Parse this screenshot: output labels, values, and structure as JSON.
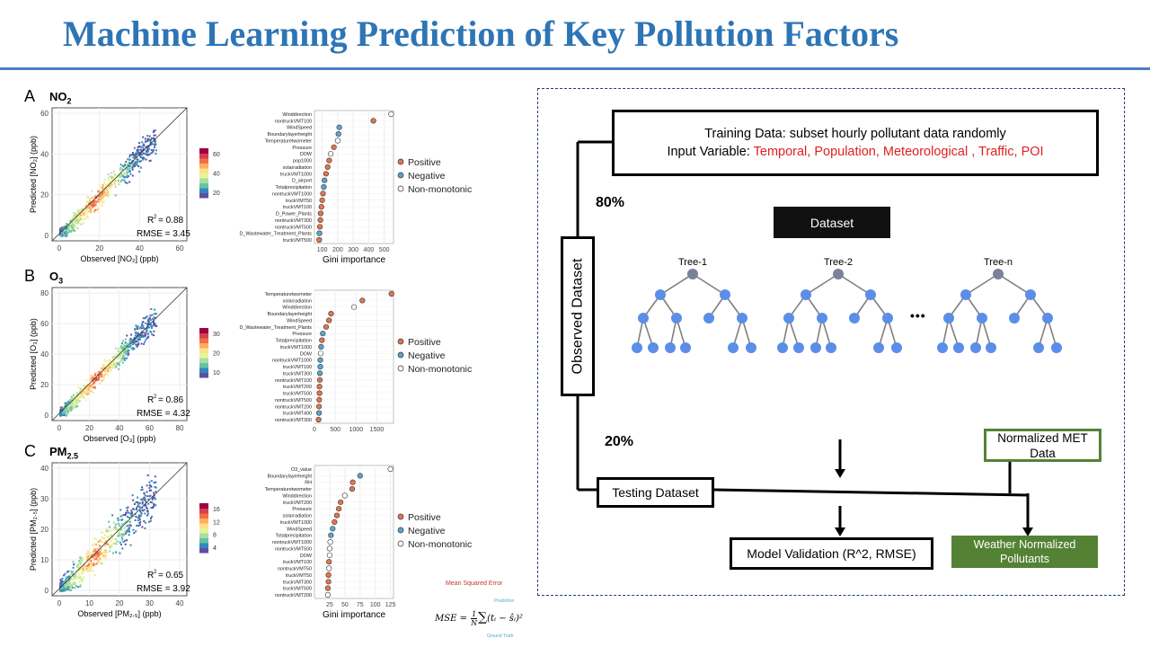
{
  "title": "Machine Learning Prediction of Key Pollution Factors",
  "colors": {
    "title": "#2e75b6",
    "positive": "#e2754d",
    "negative": "#5aa5cf",
    "nonmono": "#ffffff",
    "green": "#548235",
    "red": "#e0201e"
  },
  "legend": {
    "positive": "Positive",
    "negative": "Negative",
    "nonmono": "Non-monotonic"
  },
  "panels": [
    {
      "letter": "A",
      "pollutant": "NO",
      "sub": "2",
      "ylabel": "Predicted [NO₂] (ppb)",
      "xlabel": "Observed [NO₂] (ppb)",
      "r2": "= 0.88",
      "rmse": "RMSE = 3.45",
      "colorbar": [
        "60",
        "40",
        "20"
      ],
      "gini_label": "Gini importance"
    },
    {
      "letter": "B",
      "pollutant": "O",
      "sub": "3",
      "ylabel": "Predicted [O₃] (ppb)",
      "xlabel": "Observed [O₃] (ppb)",
      "r2": "= 0.86",
      "rmse": "RMSE = 4.32",
      "colorbar": [
        "30",
        "20",
        "10"
      ],
      "gini_label": ""
    },
    {
      "letter": "C",
      "pollutant": "PM",
      "sub": "2.5",
      "ylabel": "Predicted [PM₂.₅] (ppb)",
      "xlabel": "Observed [PM₂.₅] (ppb)",
      "r2": "= 0.65",
      "rmse": "RMSE = 3.92",
      "colorbar": [
        "16",
        "12",
        "8",
        "4"
      ],
      "gini_label": "Gini importance"
    }
  ],
  "chart_data": [
    {
      "type": "scatter",
      "panel": "A",
      "xlim": [
        0,
        60
      ],
      "ylim": [
        0,
        60
      ],
      "xticks": [
        "0",
        "20",
        "40",
        "60"
      ],
      "yticks": [
        "0",
        "20",
        "40",
        "60"
      ]
    },
    {
      "type": "bar",
      "panel": "A",
      "title": "Variable importance NO2",
      "xticks": [
        "100",
        "200",
        "300",
        "400",
        "500"
      ],
      "xlim": [
        50,
        560
      ],
      "categories": [
        "Winddirection",
        "nontruckVMT100",
        "WindSpeed",
        "Boundarylayerheight",
        "Temperaturetwometer",
        "Pressure",
        "DOW",
        "pop1000",
        "solarradiation",
        "truckVMT1000",
        "D_airport",
        "Totalprecipitation",
        "nontruckVMT1000",
        "truckVMT50",
        "truckVMT100",
        "D_Power_Plants",
        "nontruckVMT300",
        "nontruckVMT500",
        "D_Wastewater_Treatment_Plants",
        "truckVMT500"
      ],
      "values": [
        545,
        430,
        210,
        205,
        200,
        175,
        155,
        145,
        135,
        125,
        115,
        110,
        105,
        100,
        95,
        90,
        88,
        85,
        82,
        80
      ],
      "effect": [
        "n",
        "p",
        "g",
        "g",
        "n",
        "p",
        "n",
        "p",
        "p",
        "p",
        "g",
        "g",
        "p",
        "p",
        "p",
        "p",
        "p",
        "p",
        "g",
        "p"
      ]
    },
    {
      "type": "scatter",
      "panel": "B",
      "xlim": [
        0,
        80
      ],
      "ylim": [
        0,
        80
      ],
      "xticks": [
        "0",
        "20",
        "40",
        "60",
        "80"
      ],
      "yticks": [
        "0",
        "20",
        "40",
        "60",
        "80"
      ]
    },
    {
      "type": "bar",
      "panel": "B",
      "title": "Variable importance O3",
      "xticks": [
        "0",
        "500",
        "1000",
        "1500"
      ],
      "xlim": [
        0,
        1900
      ],
      "categories": [
        "Temperaturetwometer",
        "solarradiation",
        "Winddirection",
        "Boundarylayerheight",
        "WindSpeed",
        "D_Wastewater_Treatment_Plants",
        "Pressure",
        "Totalprecipitation",
        "truckVMT1000",
        "DOW",
        "nontruckVMT1000",
        "truckVMT100",
        "truckVMT300",
        "nontruckVMT100",
        "truckVMT200",
        "truckVMT500",
        "nontruckVMT500",
        "nontruckVMT200",
        "truckVMT400",
        "nontruckVMT300"
      ],
      "values": [
        1850,
        1150,
        950,
        400,
        350,
        280,
        200,
        180,
        160,
        150,
        140,
        140,
        130,
        130,
        120,
        120,
        115,
        110,
        110,
        100
      ],
      "effect": [
        "p",
        "p",
        "n",
        "p",
        "p",
        "p",
        "g",
        "p",
        "g",
        "n",
        "g",
        "g",
        "g",
        "p",
        "p",
        "p",
        "p",
        "p",
        "g",
        "p"
      ]
    },
    {
      "type": "scatter",
      "panel": "C",
      "xlim": [
        0,
        40
      ],
      "ylim": [
        0,
        40
      ],
      "xticks": [
        "0",
        "10",
        "20",
        "30",
        "40"
      ],
      "yticks": [
        "0",
        "10",
        "20",
        "30",
        "40"
      ]
    },
    {
      "type": "bar",
      "panel": "C",
      "title": "Variable importance PM2.5",
      "xticks": [
        "25",
        "50",
        "75",
        "100",
        "125"
      ],
      "xlim": [
        0,
        130
      ],
      "categories": [
        "O3_value",
        "Boundarylayerheight",
        "RH",
        "Temperaturetwometer",
        "Winddirection",
        "truckVMT200",
        "Pressure",
        "solarradiation",
        "truckVMT1000",
        "WindSpeed",
        "Totalprecipitation",
        "nontruckVMT1000",
        "nontruckVMT500",
        "DOW",
        "truckVMT100",
        "nontruckVMT50",
        "truckVMT50",
        "truckVMT300",
        "truckVMT500",
        "nontruckVMT200"
      ],
      "values": [
        125,
        75,
        63,
        62,
        50,
        43,
        40,
        37,
        33,
        30,
        27,
        26,
        25,
        25,
        24,
        24,
        23,
        23,
        22,
        22
      ],
      "effect": [
        "n",
        "g",
        "p",
        "p",
        "n",
        "p",
        "p",
        "p",
        "p",
        "g",
        "g",
        "n",
        "n",
        "n",
        "p",
        "n",
        "p",
        "p",
        "p",
        "n"
      ]
    }
  ],
  "formula": {
    "title": "Mean Squared Error",
    "prediction": "Prediction",
    "ground_truth": "Ground Truth",
    "lhs": "MSE =",
    "num": "1",
    "den": "N",
    "body": "(tᵢ − ŝᵢ)²"
  },
  "diagram": {
    "training_line1": "Training Data: subset hourly pollutant data randomly",
    "training_prefix": "Input Variable: ",
    "training_vars": "Temporal, Population, Meteorological , Traffic, POI",
    "pct80": "80%",
    "pct20": "20%",
    "observed": "Observed Dataset",
    "dataset": "Dataset",
    "trees": [
      "Tree-1",
      "Tree-2",
      "Tree-n"
    ],
    "dots": "•••",
    "testing": "Testing Dataset",
    "met": "Normalized MET Data",
    "validation": "Model Validation (R^2, RMSE)",
    "weather": "Weather Normalized Pollutants"
  }
}
